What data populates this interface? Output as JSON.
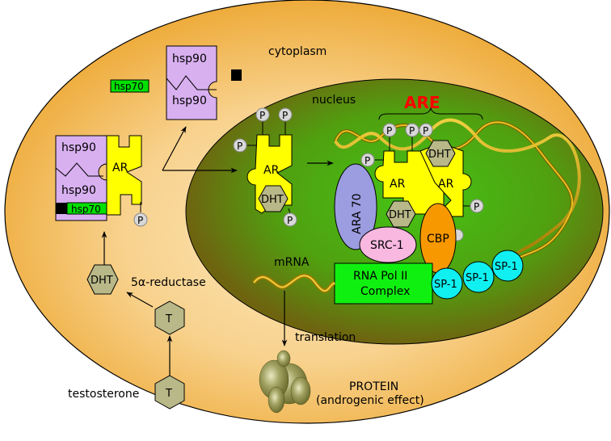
{
  "title": "Androgen receptor signaling pathway",
  "compartments": {
    "cytoplasm": "cytoplasm",
    "nucleus": "nucleus"
  },
  "labels": {
    "are": "ARE",
    "mrna": "mRNA",
    "translation": "translation",
    "protein_line1": "PROTEIN",
    "protein_line2": "(androgenic effect)",
    "testosterone": "testosterone",
    "reductase": "5α-reductase"
  },
  "molecules": {
    "hsp90": "hsp90",
    "hsp70": "hsp70",
    "ar": "AR",
    "dht": "DHT",
    "t": "T",
    "p": "P",
    "ara70": "ARA 70",
    "src1": "SRC-1",
    "cbp": "CBP",
    "rnapol_line1": "RNA Pol II",
    "rnapol_line2": "Complex",
    "sp1": "SP-1"
  },
  "colors": {
    "cytoplasm": "#f0b040",
    "nucleus_outer": "#7a6a10",
    "nucleus_inner": "#4cb818",
    "hsp90": "#d8b0f0",
    "hsp70": "#00e000",
    "ar": "#ffff00",
    "dht": "#b8b888",
    "ara70": "#9c9ce0",
    "src1": "#f8b8e0",
    "cbp": "#f89800",
    "rnapol": "#10f010",
    "sp1": "#10f0f0",
    "are": "#ff0000"
  }
}
